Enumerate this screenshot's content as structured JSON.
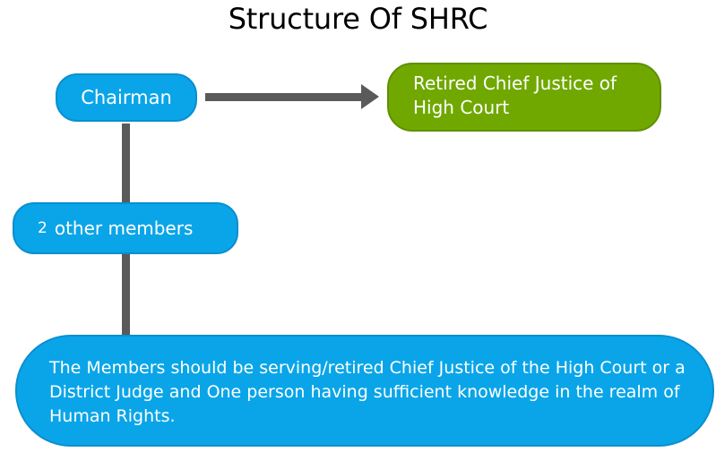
{
  "title": "Structure Of SHRC",
  "nodes": {
    "chairman": "Chairman",
    "retired_line1": "Retired Chief Justice of",
    "retired_line2": "High Court",
    "members_count": "2",
    "members_label": "other members",
    "description": "The Members should be serving/retired Chief Justice of the High Court or a District Judge and One person having sufficient knowledge in the realm of Human Rights."
  },
  "colors": {
    "blue_node": "#0aa5e8",
    "green_node": "#70a800",
    "connector": "#5a5a5a"
  }
}
